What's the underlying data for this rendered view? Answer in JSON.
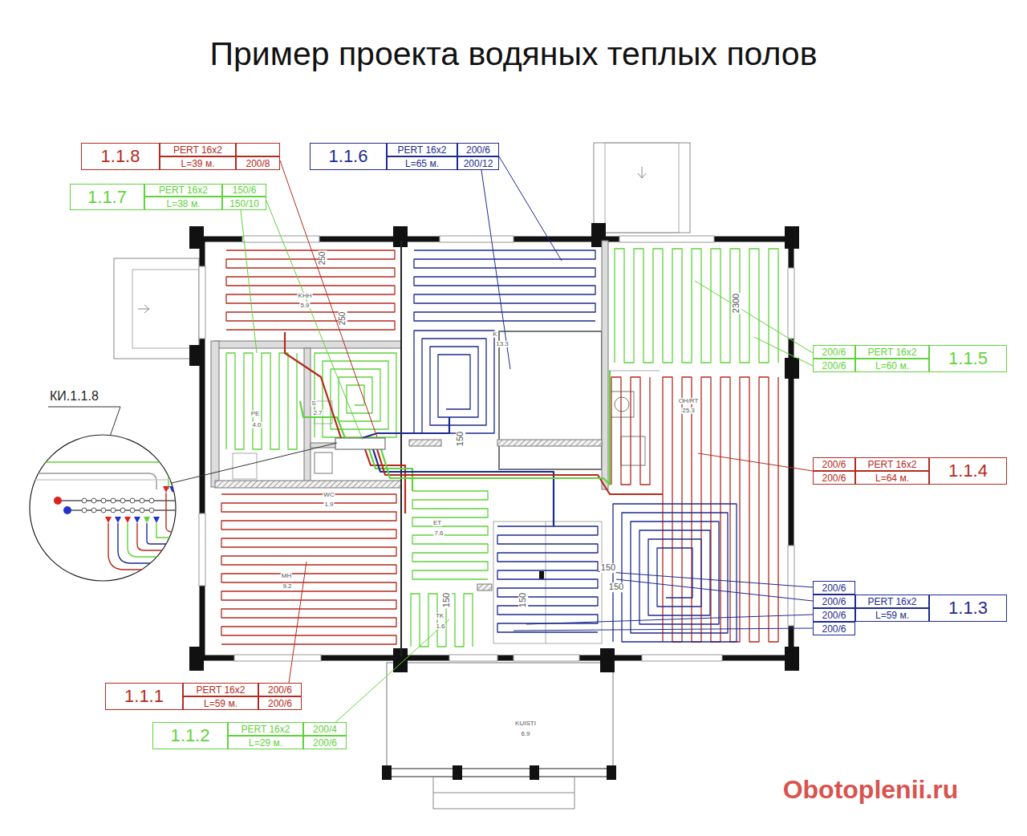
{
  "diagram": {
    "title": "Пример проекта водяных теплых полов",
    "nodes": [
      {
        "text": [
          "1.1.8",
          "PERT 16x2",
          "L=39 м.",
          "200/8"
        ]
      },
      {
        "text": [
          "1.1.6",
          "PERT 16x2",
          "200/6",
          "L=65 м.",
          "200/12"
        ]
      },
      {
        "text": [
          "1.1.7",
          "PERT 16x2",
          "150/6",
          "L=38 м.",
          "150/10"
        ]
      },
      {
        "text": [
          "200/6",
          "PERT 16x2",
          "1.1.5",
          "200/6",
          "L=60 м."
        ]
      },
      {
        "text": [
          "КИ.1.1.8"
        ]
      },
      {
        "text": [
          "200/6",
          "PERT 16x2",
          "1.1.4",
          "200/6",
          "L=64 м."
        ]
      },
      {
        "text": [
          "200/6",
          "200/6",
          "PERT 16x2",
          "1.1.3",
          "200/6",
          "L=59 м.",
          "200/6"
        ]
      },
      {
        "text": [
          "1.1.1",
          "PERT 16x2",
          "200/6",
          "L=59 м.",
          "200/6"
        ]
      },
      {
        "text": [
          "1.1.2",
          "PERT 16x2",
          "200/4",
          "L=29 м.",
          "200/6"
        ]
      }
    ],
    "labels": [
      "250",
      "KHH",
      "5.9",
      "250",
      "K",
      "13.3",
      "2300",
      "S",
      "2.7",
      "OH/RT",
      "25.3",
      "PE",
      "4.0",
      "150",
      "WC",
      "1.9",
      "ET",
      "7.6",
      "MH",
      "9.2",
      "150",
      "150",
      "150",
      "150",
      "TK",
      "1.6",
      "KUISTI",
      "6.9",
      "Obotoplenii.ru"
    ]
  }
}
